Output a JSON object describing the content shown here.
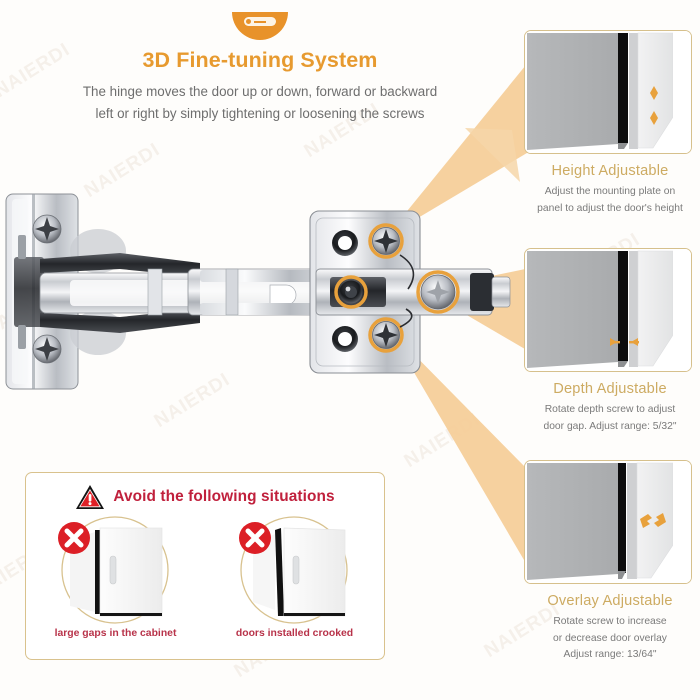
{
  "header": {
    "icon": "screwdriver-badge-icon",
    "title": "3D Fine-tuning System",
    "subtitle_line1": "The hinge moves the door up or down, forward or backward",
    "subtitle_line2": "left or right by simply tightening or loosening the screws"
  },
  "watermark": {
    "text": "NAIERDI"
  },
  "product": {
    "name": "cabinet-hinge",
    "alt": "3D adjustable concealed cabinet hinge with mounting plate"
  },
  "panels": [
    {
      "id": "height",
      "title": "Height Adjustable",
      "desc_line1": "Adjust the mounting plate on",
      "desc_line2": "panel to adjust the door's height",
      "arrows": "vertical-double-arrow"
    },
    {
      "id": "depth",
      "title": "Depth Adjustable",
      "desc_line1": "Rotate depth screw to adjust",
      "desc_line2": "door gap. Adjust range: 5/32\"",
      "arrows": "horizontal-double-arrow"
    },
    {
      "id": "overlay",
      "title": "Overlay Adjustable",
      "desc_line1": "Rotate screw to increase",
      "desc_line2": "or decrease door overlay",
      "desc_line3": "Adjust range: 13/64\"",
      "arrows": "diagonal-double-arrow"
    }
  ],
  "avoid": {
    "icon": "warning-triangle-icon",
    "title": "Avoid the following situations",
    "items": [
      {
        "icon": "red-x-icon",
        "caption": "large gaps in the cabinet"
      },
      {
        "icon": "red-x-icon",
        "caption": "doors installed crooked"
      }
    ]
  },
  "colors": {
    "accent_orange": "#e79a2f",
    "panel_gold": "#cdab62",
    "border_gold": "#d6c08c",
    "warn_red": "#c0203c",
    "body_gray": "#6e6e6e",
    "ray": "#f3c98e"
  }
}
